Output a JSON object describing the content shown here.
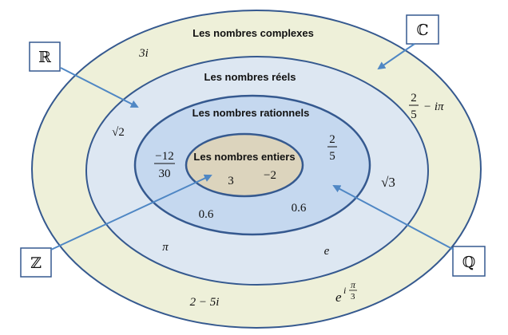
{
  "sets": {
    "complex": {
      "title": "Les nombres complexes",
      "symbol": "ℂ",
      "fill": "#eef0d9",
      "examples": {
        "three_i": "3i",
        "two_fifths_num": "2",
        "two_fifths_den": "5",
        "minus_i_pi": "− iπ",
        "two_minus_5i": "2 − 5i",
        "exp_base": "e",
        "exp_i": "i",
        "exp_pi": "π",
        "exp_three": "3"
      }
    },
    "real": {
      "title": "Les nombres réels",
      "symbol": "ℝ",
      "fill": "#dde7f2",
      "examples": {
        "sqrt2": "√2",
        "sqrt3": "√3",
        "pi": "π",
        "e": "e"
      }
    },
    "rational": {
      "title": "Les nombres rationnels",
      "symbol": "ℚ",
      "fill": "#c5d8ef",
      "examples": {
        "frac_num": "−12",
        "frac_den": "30",
        "two_fifths_num": "2",
        "two_fifths_den": "5",
        "dec_left": "0.6",
        "dec_right": "0.6"
      }
    },
    "integer": {
      "title": "Les nombres entiers",
      "symbol": "ℤ",
      "fill": "#dcd4bd",
      "examples": {
        "three": "3",
        "minus_two": "−2"
      }
    }
  },
  "style": {
    "border_color": "#35598f",
    "arrow_color": "#4f87c4"
  }
}
